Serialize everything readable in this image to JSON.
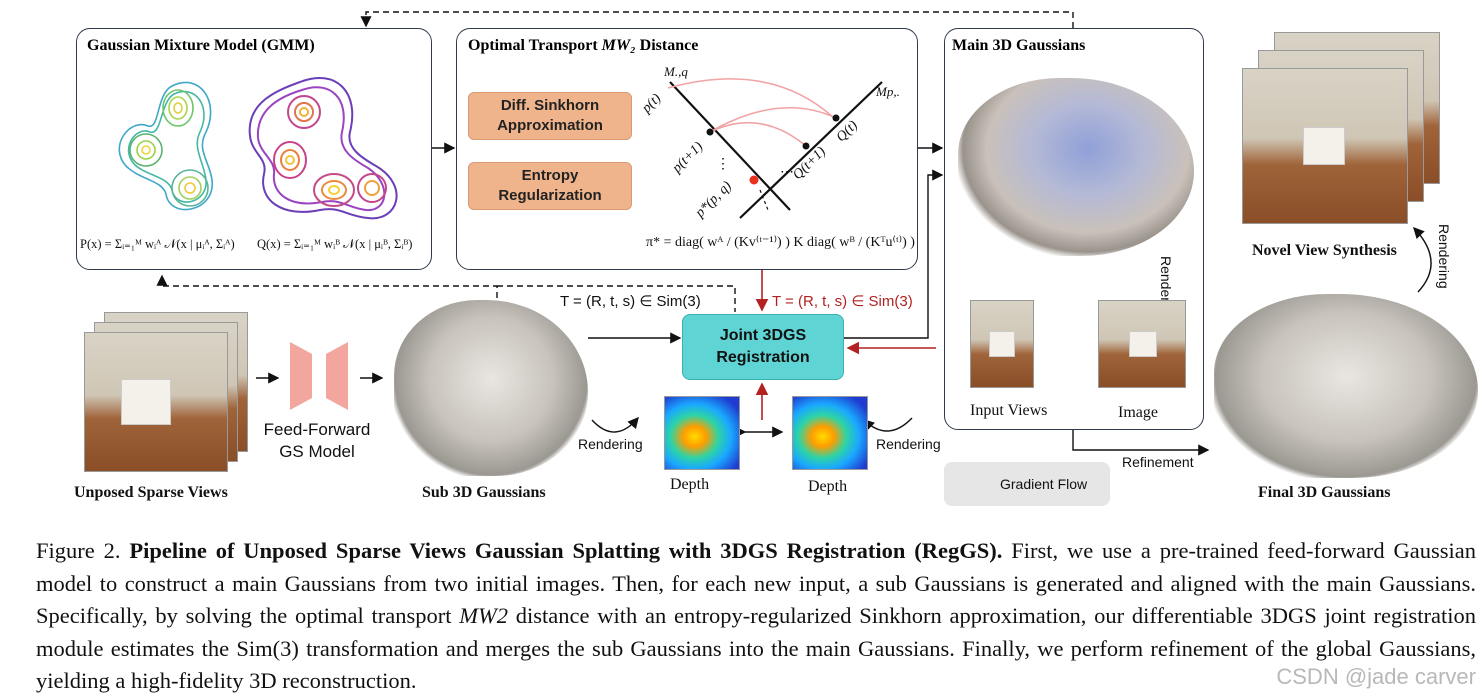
{
  "panels": {
    "gmm": {
      "title": "Gaussian Mixture Model (GMM)",
      "formula_p": "P(x) = Σᵢ₌₁ᴹ wᵢᴬ 𝒩(x | μᵢᴬ, Σᵢᴬ)",
      "formula_q": "Q(x) = Σᵢ₌₁ᴹ wᵢᴮ 𝒩(x | μᵢᴮ, Σᵢᴮ)"
    },
    "ot": {
      "title_prefix": "Optimal Transport ",
      "title_math": "MW₂",
      "title_suffix": " Distance",
      "box1": "Diff. Sinkhorn Approximation",
      "box2": "Entropy Regularization",
      "axis_m": "M.,q",
      "axis_mp": "Mp,.",
      "p_t": "p(t)",
      "p_t1": "p(t+1)",
      "p_star": "p*(p, q)",
      "q_t": "Q(t)",
      "q_t1": "Q(t+1)",
      "pi_formula": "π* = diag( wᴬ / (Kv⁽ᵗ⁻¹⁾) ) K diag( wᴮ / (Kᵀu⁽ᵗ⁾) )"
    },
    "main3d": {
      "title": "Main 3D Gaussians",
      "rendering": "Rendering",
      "input_views": "Input Views",
      "image": "Image"
    }
  },
  "labels": {
    "unposed": "Unposed Sparse Views",
    "ff_model_line1": "Feed-Forward",
    "ff_model_line2": "GS Model",
    "sub3d": "Sub 3D Gaussians",
    "transform_black": "T = (R, t, s) ∈ Sim(3)",
    "transform_red": "T = (R, t, s) ∈ Sim(3)",
    "joint_reg_line1": "Joint 3DGS",
    "joint_reg_line2": "Registration",
    "rendering_left": "Rendering",
    "rendering_right": "Rendering",
    "depth_left": "Depth",
    "depth_right": "Depth",
    "gradient_flow": "Gradient Flow",
    "refinement": "Refinement",
    "novel_view": "Novel View Synthesis",
    "rendering_novel": "Rendering",
    "final3d": "Final 3D Gaussians"
  },
  "caption": {
    "fig": "Figure 2.",
    "bold": "Pipeline of Unposed Sparse Views Gaussian Splatting with 3DGS Registration (RegGS).",
    "t1": " First, we use a pre-trained feed-forward Gaussian model to construct a main Gaussians from two initial images. Then, for each new input, a sub Gaussians is generated and aligned with the main Gaussians. Specifically, by solving the optimal transport ",
    "m1": "MW2",
    "t2": " distance with an entropy-regularized Sinkhorn approximation, our differentiable 3DGS joint registration module estimates the ",
    "m2": "Sim(3)",
    "t3": " transformation and merges the sub Gaussians into the main Gaussians. Finally, we perform refinement of the global Gaussians, yielding a high-fidelity 3D reconstruction."
  },
  "watermark": "CSDN @jade carver",
  "colors": {
    "panel_border": "#2f3b4a",
    "orange_box": "#f0b48c",
    "registration_box": "#5fd4d4",
    "gradient_red": "#b22222",
    "arc_pink": "#f2a3a3",
    "legend_bg": "#e6e6e6"
  }
}
